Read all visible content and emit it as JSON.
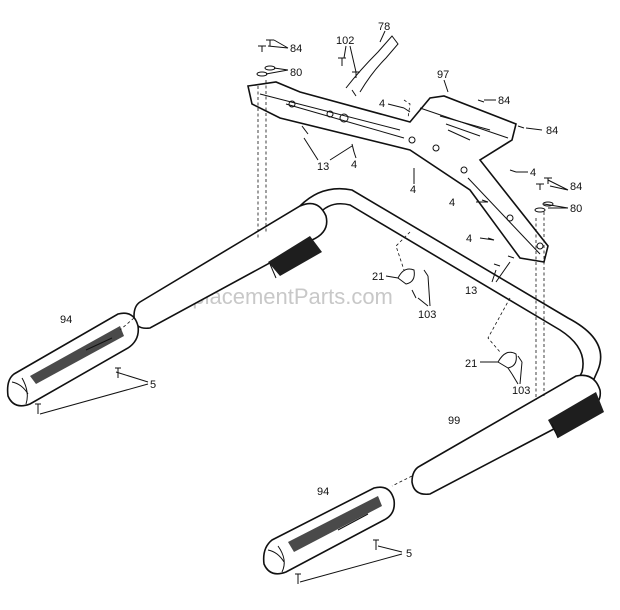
{
  "watermark": "eReplacementParts.com",
  "callouts": {
    "p84_top": "84",
    "p80_top": "80",
    "p102": "102",
    "p78": "78",
    "p97": "97",
    "p84_mid": "84",
    "p84_right": "84",
    "p4_a": "4",
    "p4_b": "4",
    "p4_c": "4",
    "p4_d": "4",
    "p4_e": "4",
    "p4_f": "4",
    "p13_left": "13",
    "p84_lower": "84",
    "p80_lower": "80",
    "p21_top": "21",
    "p13_right": "13",
    "p103_top": "103",
    "p94_top": "94",
    "p5_top": "5",
    "p21_bottom": "21",
    "p103_bottom": "103",
    "p99": "99",
    "p94_bottom": "94",
    "p5_bottom": "5"
  }
}
